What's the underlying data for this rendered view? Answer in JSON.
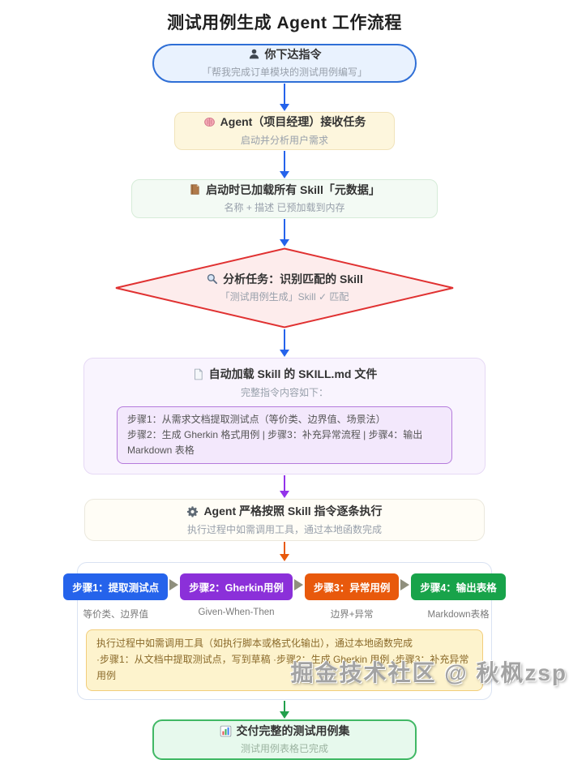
{
  "page": {
    "title": "测试用例生成 Agent 工作流程"
  },
  "nodes": {
    "user": {
      "icon": "user-icon",
      "title": "你下达指令",
      "subtitle": "「帮我完成订单模块的测试用例编写」"
    },
    "agent": {
      "icon": "brain-icon",
      "title": "Agent（项目经理）接收任务",
      "subtitle": "启动并分析用户需求"
    },
    "meta": {
      "icon": "notebook-icon",
      "title": "启动时已加载所有 Skill「元数据」",
      "subtitle": "名称 + 描述 已预加载到内存"
    },
    "decision": {
      "icon": "magnifier-icon",
      "title": "分析任务：识别匹配的 Skill",
      "subtitle": "「测试用例生成」Skill ✓ 匹配"
    },
    "skillmd": {
      "icon": "document-icon",
      "title": "自动加载 Skill 的 SKILL.md 文件",
      "subtitle": "完整指令内容如下：",
      "instructions": [
        "步骤1：从需求文档提取测试点（等价类、边界值、场景法）",
        "步骤2：生成 Gherkin 格式用例 | 步骤3：补充异常流程 | 步骤4：输出 Markdown 表格"
      ]
    },
    "exec": {
      "icon": "gear-icon",
      "title": "Agent 严格按照 Skill 指令逐条执行",
      "subtitle": "执行过程中如需调用工具，通过本地函数完成"
    },
    "deliver": {
      "icon": "chart-icon",
      "title": "交付完整的测试用例集",
      "subtitle": "测试用例表格已完成"
    }
  },
  "steps": [
    {
      "label": "步骤1：提取测试点",
      "caption": "等价类、边界值",
      "color": "#2563eb"
    },
    {
      "label": "步骤2：Gherkin用例",
      "caption": "Given-When-Then",
      "color": "#8b30d9"
    },
    {
      "label": "步骤3：异常用例",
      "caption": "边界+异常",
      "color": "#e8590c"
    },
    {
      "label": "步骤4：输出表格",
      "caption": "Markdown表格",
      "color": "#18a34a"
    }
  ],
  "note": {
    "lines": [
      "执行过程中如需调用工具（如执行脚本或格式化输出），通过本地函数完成",
      "·步骤1：从文档中提取测试点，写到草稿 ·步骤2：生成 Gherkin 用例 ·步骤3：补充异常用例"
    ]
  },
  "watermark": "掘金技术社区 @ 秋枫zsp",
  "colors": {
    "arrow_blue": "#2563eb",
    "arrow_purple": "#9333ea",
    "arrow_orange": "#e8590c",
    "arrow_green": "#22a04c",
    "user_border": "#2f6fd6",
    "decision_border": "#e03131",
    "decision_fill": "#fdecec",
    "skill_inner_border": "#b57bdc",
    "note_border": "#f2cd7b",
    "deliver_border": "#41b865"
  }
}
